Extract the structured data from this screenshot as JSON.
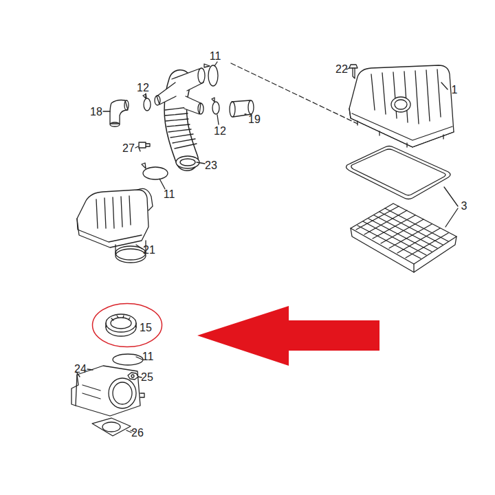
{
  "diagram": {
    "nodes": [
      {
        "text": [
          "15"
        ]
      }
    ],
    "labels": [
      "11",
      "22",
      "12",
      "1",
      "18",
      "19",
      "12",
      "27",
      "23",
      "11",
      "3",
      "21",
      "11",
      "24",
      "25",
      "26"
    ]
  }
}
